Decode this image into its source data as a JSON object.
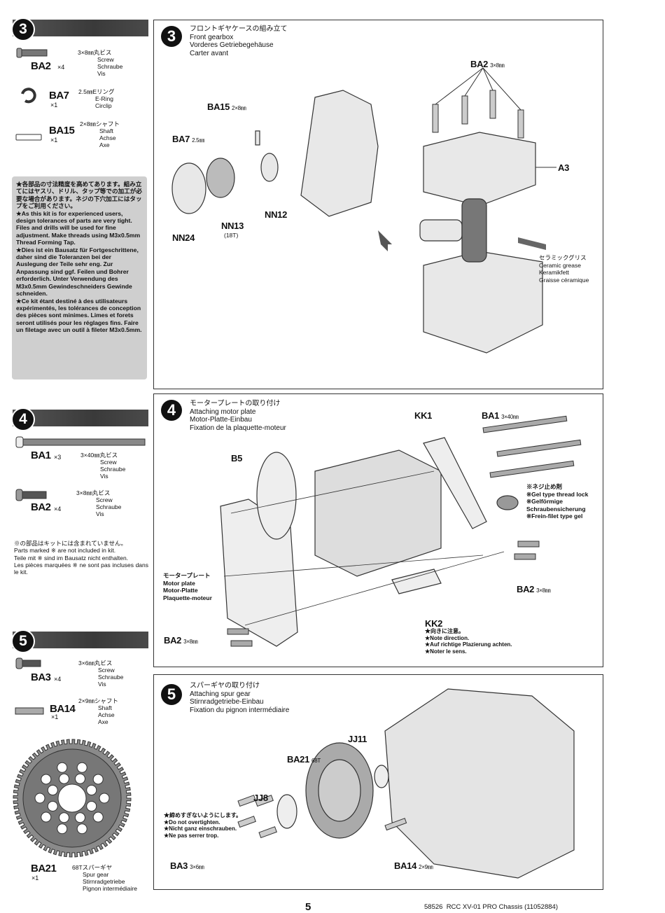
{
  "left": {
    "step3": {
      "number": "3",
      "parts": [
        {
          "code": "BA2",
          "qty": "×4",
          "jp": "3×8㎜丸ビス",
          "en": "Screw",
          "de": "Schraube",
          "fr": "Vis"
        },
        {
          "code": "BA7",
          "qty": "×1",
          "jp": "2.5㎜Eリング",
          "en": "E-Ring",
          "de": "Circlip",
          "fr": ""
        },
        {
          "code": "BA15",
          "qty": "×1",
          "jp": "2×8㎜シャフト",
          "en": "Shaft",
          "de": "Achse",
          "fr": "Axe"
        }
      ],
      "note": [
        "★各部品の寸法精度を高めてあります。組み立てにはヤスリ、ドリル、タップ等での加工が必要な場合があります。ネジの下穴加工にはタップをご利用ください。",
        "★As this kit is for experienced users, design tolerances of parts are very tight. Files and drills will be used for fine adjustment. Make threads using M3x0.5mm Thread Forming Tap.",
        "★Dies ist ein Bausatz für Fortgeschrittene, daher sind die Toleranzen bei der Auslegung der Teile sehr eng. Zur Anpassung sind ggf. Feilen und Bohrer erforderlich. Unter Verwendung des M3x0.5mm Gewindeschneiders Gewinde schneiden.",
        "★Ce kit étant destiné à des utilisateurs expérimentés, les tolérances de conception des pièces sont minimes. Limes et forets seront utilisés pour les réglages fins. Faire un filetage avec un outil à fileter M3x0.5mm."
      ]
    },
    "step4": {
      "number": "4",
      "parts": [
        {
          "code": "BA1",
          "qty": "×3",
          "jp": "3×40㎜丸ビス",
          "en": "Screw",
          "de": "Schraube",
          "fr": "Vis"
        },
        {
          "code": "BA2",
          "qty": "×4",
          "jp": "3×8㎜丸ビス",
          "en": "Screw",
          "de": "Schraube",
          "fr": "Vis"
        }
      ],
      "note": [
        "※の部品はキットには含まれていません。",
        "Parts marked ※ are not included in kit.",
        "Teile mit ※ sind im Bausatz nicht enthalten.",
        "Les pièces marquées ※ ne sont pas incluses dans le kit."
      ]
    },
    "step5": {
      "number": "5",
      "parts": [
        {
          "code": "BA3",
          "qty": "×4",
          "jp": "3×6㎜丸ビス",
          "en": "Screw",
          "de": "Schraube",
          "fr": "Vis"
        },
        {
          "code": "BA14",
          "qty": "×1",
          "jp": "2×9㎜シャフト",
          "en": "Shaft",
          "de": "Achse",
          "fr": "Axe"
        },
        {
          "code": "BA21",
          "qty": "×1",
          "jp": "68Tスパーギヤ",
          "en": "Spur gear",
          "de": "Stirnradgetriebe",
          "fr": "Pignon intermédiaire"
        }
      ]
    }
  },
  "panels": {
    "p3": {
      "number": "3",
      "title_jp": "フロントギヤケースの組み立て",
      "title_en": "Front gearbox",
      "title_de": "Vorderes Getriebegehäuse",
      "title_fr": "Carter avant",
      "labels": {
        "ba15": "BA15",
        "ba15_size": "2×8㎜",
        "ba7": "BA7",
        "ba7_size": "2.5㎜",
        "nn12": "NN12",
        "nn13": "NN13",
        "nn13_teeth": "(18T)",
        "nn24": "NN24",
        "ba2": "BA2",
        "ba2_size": "3×8㎜",
        "a3": "A3"
      },
      "grease": [
        "セラミックグリス",
        "Ceramic grease",
        "Keramikfett",
        "Graisse céramique"
      ]
    },
    "p4": {
      "number": "4",
      "title_jp": "モータープレートの取り付け",
      "title_en": "Attaching motor plate",
      "title_de": "Motor-Platte-Einbau",
      "title_fr": "Fixation de la plaquette-moteur",
      "labels": {
        "kk1": "KK1",
        "ba1": "BA1",
        "ba1_size": "3×40㎜",
        "b5": "B5",
        "ba2": "BA2",
        "ba2_size": "3×8㎜",
        "kk2": "KK2"
      },
      "threadlock": [
        "※ネジ止め剤",
        "※Gel type thread lock",
        "※Gelförmige",
        "Schraubensicherung",
        "※Frein-filet type gel"
      ],
      "motor_plate": [
        "モータープレート",
        "Motor plate",
        "Motor-Platte",
        "Plaquette-moteur"
      ],
      "kk2_note": [
        "★向きに注意。",
        "★Note direction.",
        "★Auf richtige Plazierung achten.",
        "★Noter le sens."
      ]
    },
    "p5": {
      "number": "5",
      "title_jp": "スパーギヤの取り付け",
      "title_en": "Attaching spur gear",
      "title_de": "Stirnradgetriebe-Einbau",
      "title_fr": "Fixation du pignon intermédiaire",
      "labels": {
        "jj11": "JJ11",
        "ba21": "BA21",
        "ba21_teeth": "68T",
        "jj8": "JJ8",
        "ba3": "BA3",
        "ba3_size": "3×6㎜",
        "ba14": "BA14",
        "ba14_size": "2×9㎜"
      },
      "tighten_note": [
        "★締めすぎないようにします。",
        "★Do not overtighten.",
        "★Nicht ganz einschrauben.",
        "★Ne pas serrer trop."
      ]
    }
  },
  "footer": {
    "page_number": "5",
    "doc_id": "58526  RCC XV-01 PRO Chassis (11052884)"
  }
}
